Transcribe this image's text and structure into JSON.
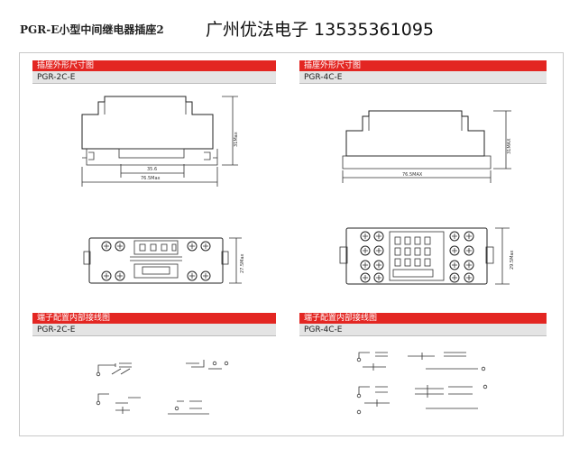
{
  "header": {
    "product_title": "PGR-E小型中间继电器插座2",
    "company_phone": "广州优法电子 13535361095"
  },
  "sections": {
    "outline_left": {
      "title": "插座外形尺寸图",
      "model": "PGR-2C-E"
    },
    "outline_right": {
      "title": "插座外形尺寸图",
      "model": "PGR-4C-E"
    },
    "wiring_left": {
      "title": "端子配置内部接线图",
      "model": "PGR-2C-E"
    },
    "wiring_right": {
      "title": "端子配置内部接线图",
      "model": "PGR-4C-E"
    }
  },
  "dimensions": {
    "left_inner_width": "35.6",
    "left_outer_width": "76.5Max",
    "left_height": "31Max",
    "left_top_height": "27.5Max",
    "right_outer_width": "76.5MAX",
    "right_height": "31MAX",
    "right_top_height": "29.5Max"
  },
  "colors": {
    "section_bar": "#e32622",
    "model_bar": "#e4e4e4"
  }
}
